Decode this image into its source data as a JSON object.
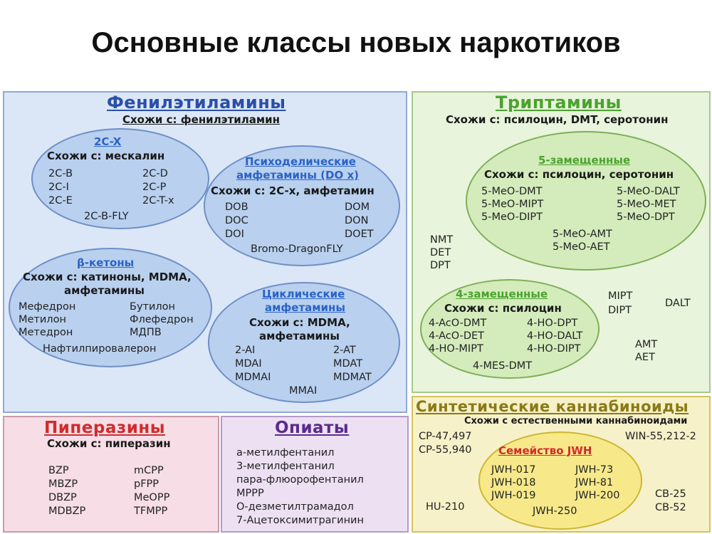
{
  "title": "Основные классы новых наркотиков",
  "phenethylamines": {
    "header": "Фенилэтиламины",
    "sub": "Схожи с: фенилэтиламин",
    "c2x": {
      "title": "2C-X",
      "sub": "Схожи с: мескалин",
      "items": [
        "2C-B",
        "2C-I",
        "2C-E",
        "2C-D",
        "2C-P",
        "2C-T-x",
        "2C-B-FLY"
      ]
    },
    "psy": {
      "title1": "Психоделические",
      "title2": "амфетамины (DO x)",
      "sub": "Схожи с: 2C-x, амфетамин",
      "items": [
        "DOB",
        "DOC",
        "DOI",
        "DOM",
        "DON",
        "DOET",
        "Bromo-DragonFLY"
      ]
    },
    "beta": {
      "title": "β-кетоны",
      "sub1": "Схожи с: катиноны, MDMA,",
      "sub2": "амфетамины",
      "items": [
        "Мефедрон",
        "Метилон",
        "Метедрон",
        "Бутилон",
        "Флефедрон",
        "МДПВ",
        "Нафтилпировалерон"
      ]
    },
    "cyc": {
      "title1": "Циклические",
      "title2": "амфетамины",
      "sub1": "Схожи с: MDMA,",
      "sub2": "амфетамины",
      "items": [
        "2-AI",
        "MDAI",
        "MDMAI",
        "2-AT",
        "MDAT",
        "MDMAT",
        "MMAI"
      ]
    }
  },
  "tryptamines": {
    "header": "Триптамины",
    "sub": "Схожи с: псилоцин, DMT, серотонин",
    "five": {
      "title": "5-замещенные",
      "sub": "Схожи с: псилоцин, серотонин",
      "items": [
        "5-MeO-DMT",
        "5-MeO-MIPT",
        "5-MeO-DIPT",
        "5-MeO-DALT",
        "5-MeO-MET",
        "5-MeO-DPT",
        "5-MeO-AMT",
        "5-MeO-AET"
      ]
    },
    "free1": [
      "NMT",
      "DET",
      "DPT"
    ],
    "four": {
      "title": "4-замещенные",
      "sub": "Схожи с: псилоцин",
      "items": [
        "4-AcO-DMT",
        "4-AcO-DET",
        "4-HO-MIPT",
        "4-HO-DPT",
        "4-HO-DALT",
        "4-HO-DIPT",
        "4-MES-DMT"
      ]
    },
    "free2": [
      "MIPT",
      "DIPT",
      "DALT",
      "AMT",
      "AET"
    ]
  },
  "piperazines": {
    "header": "Пиперазины",
    "sub": "Схожи с: пиперазин",
    "items": [
      "BZP",
      "MBZP",
      "DBZP",
      "MDBZP",
      "mCPP",
      "pFPP",
      "MeOPP",
      "TFMPP"
    ]
  },
  "opiates": {
    "header": "Опиаты",
    "items": [
      "а-метилфентанил",
      "3-метилфентанил",
      "пара-флюорофентанил",
      "MPPP",
      "О-дезметилтрамадол",
      "7-Ацетоксимитрагинин"
    ]
  },
  "cannabinoids": {
    "header": "Синтетические каннабиноиды",
    "sub": "Схожи с естественными каннабиноидами",
    "free": [
      "CP-47,497",
      "CP-55,940",
      "WIN-55,212-2",
      "HU-210",
      "CB-25",
      "CB-52"
    ],
    "jwh": {
      "title": "Семейство JWH",
      "items": [
        "JWH-017",
        "JWH-018",
        "JWH-019",
        "JWH-73",
        "JWH-81",
        "JWH-200",
        "JWH-250"
      ]
    }
  }
}
